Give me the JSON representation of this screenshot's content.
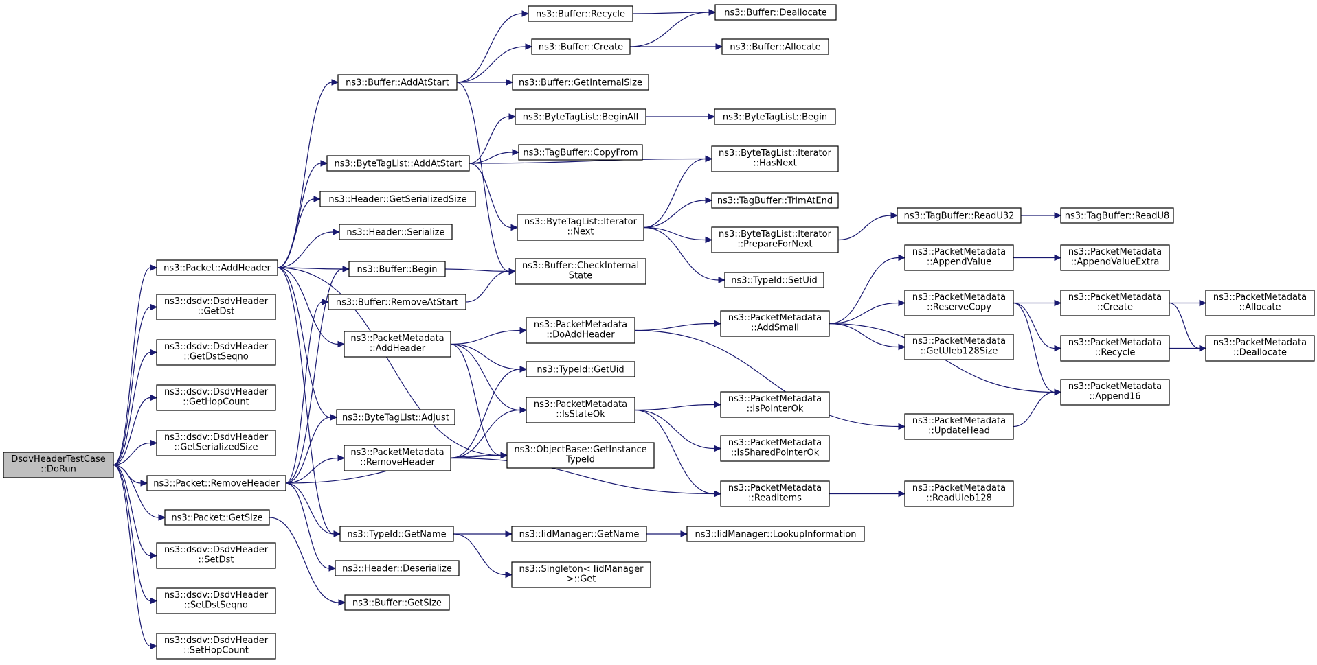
{
  "nodes": [
    {
      "id": "root",
      "lines": [
        "DsdvHeaderTestCase",
        "::DoRun"
      ]
    },
    {
      "id": "addheader",
      "lines": [
        "ns3::Packet::AddHeader"
      ]
    },
    {
      "id": "getdst",
      "lines": [
        "ns3::dsdv::DsdvHeader",
        "::GetDst"
      ]
    },
    {
      "id": "getdstseqno",
      "lines": [
        "ns3::dsdv::DsdvHeader",
        "::GetDstSeqno"
      ]
    },
    {
      "id": "gethopcount",
      "lines": [
        "ns3::dsdv::DsdvHeader",
        "::GetHopCount"
      ]
    },
    {
      "id": "getserializedsize_dsdv",
      "lines": [
        "ns3::dsdv::DsdvHeader",
        "::GetSerializedSize"
      ]
    },
    {
      "id": "removeheader",
      "lines": [
        "ns3::Packet::RemoveHeader"
      ]
    },
    {
      "id": "packetgetsize",
      "lines": [
        "ns3::Packet::GetSize"
      ]
    },
    {
      "id": "setdst",
      "lines": [
        "ns3::dsdv::DsdvHeader",
        "::SetDst"
      ]
    },
    {
      "id": "setdstseqno",
      "lines": [
        "ns3::dsdv::DsdvHeader",
        "::SetDstSeqno"
      ]
    },
    {
      "id": "sethopcount",
      "lines": [
        "ns3::dsdv::DsdvHeader",
        "::SetHopCount"
      ]
    },
    {
      "id": "buf_addatstart",
      "lines": [
        "ns3::Buffer::AddAtStart"
      ]
    },
    {
      "id": "btl_addatstart",
      "lines": [
        "ns3::ByteTagList::AddAtStart"
      ]
    },
    {
      "id": "hdr_getserializedsize",
      "lines": [
        "ns3::Header::GetSerializedSize"
      ]
    },
    {
      "id": "hdr_serialize",
      "lines": [
        "ns3::Header::Serialize"
      ]
    },
    {
      "id": "buf_begin",
      "lines": [
        "ns3::Buffer::Begin"
      ]
    },
    {
      "id": "buf_removeatstart",
      "lines": [
        "ns3::Buffer::RemoveAtStart"
      ]
    },
    {
      "id": "pm_addheader",
      "lines": [
        "ns3::PacketMetadata",
        "::AddHeader"
      ]
    },
    {
      "id": "btl_adjust",
      "lines": [
        "ns3::ByteTagList::Adjust"
      ]
    },
    {
      "id": "pm_removeheader",
      "lines": [
        "ns3::PacketMetadata",
        "::RemoveHeader"
      ]
    },
    {
      "id": "typeid_getname",
      "lines": [
        "ns3::TypeId::GetName"
      ]
    },
    {
      "id": "hdr_deserialize",
      "lines": [
        "ns3::Header::Deserialize"
      ]
    },
    {
      "id": "buf_getsize",
      "lines": [
        "ns3::Buffer::GetSize"
      ]
    },
    {
      "id": "buf_recycle",
      "lines": [
        "ns3::Buffer::Recycle"
      ]
    },
    {
      "id": "buf_create",
      "lines": [
        "ns3::Buffer::Create"
      ]
    },
    {
      "id": "buf_getinternalsize",
      "lines": [
        "ns3::Buffer::GetInternalSize"
      ]
    },
    {
      "id": "btl_beginall",
      "lines": [
        "ns3::ByteTagList::BeginAll"
      ]
    },
    {
      "id": "tb_copyfrom",
      "lines": [
        "ns3::TagBuffer::CopyFrom"
      ]
    },
    {
      "id": "btli_next",
      "lines": [
        "ns3::ByteTagList::Iterator",
        "::Next"
      ]
    },
    {
      "id": "buf_checkinternalstate",
      "lines": [
        "ns3::Buffer::CheckInternal",
        "State"
      ]
    },
    {
      "id": "pm_doaddheader",
      "lines": [
        "ns3::PacketMetadata",
        "::DoAddHeader"
      ]
    },
    {
      "id": "typeid_getuid",
      "lines": [
        "ns3::TypeId::GetUid"
      ]
    },
    {
      "id": "pm_isstateok",
      "lines": [
        "ns3::PacketMetadata",
        "::IsStateOk"
      ]
    },
    {
      "id": "ob_getinstancetypeid",
      "lines": [
        "ns3::ObjectBase::GetInstance",
        "TypeId"
      ]
    },
    {
      "id": "iidm_getname",
      "lines": [
        "ns3::IidManager::GetName"
      ]
    },
    {
      "id": "singleton_get",
      "lines": [
        "ns3::Singleton< IidManager",
        ">::Get"
      ]
    },
    {
      "id": "buf_deallocate",
      "lines": [
        "ns3::Buffer::Deallocate"
      ]
    },
    {
      "id": "buf_allocate",
      "lines": [
        "ns3::Buffer::Allocate"
      ]
    },
    {
      "id": "btl_begin",
      "lines": [
        "ns3::ByteTagList::Begin"
      ]
    },
    {
      "id": "btli_hasnext",
      "lines": [
        "ns3::ByteTagList::Iterator",
        "::HasNext"
      ]
    },
    {
      "id": "tb_trimatend",
      "lines": [
        "ns3::TagBuffer::TrimAtEnd"
      ]
    },
    {
      "id": "btli_preparefornext",
      "lines": [
        "ns3::ByteTagList::Iterator",
        "::PrepareForNext"
      ]
    },
    {
      "id": "typeid_setuid",
      "lines": [
        "ns3::TypeId::SetUid"
      ]
    },
    {
      "id": "pm_addsmall",
      "lines": [
        "ns3::PacketMetadata",
        "::AddSmall"
      ]
    },
    {
      "id": "pm_ispointerok",
      "lines": [
        "ns3::PacketMetadata",
        "::IsPointerOk"
      ]
    },
    {
      "id": "pm_issharedpointerok",
      "lines": [
        "ns3::PacketMetadata",
        "::IsSharedPointerOk"
      ]
    },
    {
      "id": "pm_readitems",
      "lines": [
        "ns3::PacketMetadata",
        "::ReadItems"
      ]
    },
    {
      "id": "iidm_lookupinformation",
      "lines": [
        "ns3::IidManager::LookupInformation"
      ]
    },
    {
      "id": "tb_readu32",
      "lines": [
        "ns3::TagBuffer::ReadU32"
      ]
    },
    {
      "id": "pm_appendvalue",
      "lines": [
        "ns3::PacketMetadata",
        "::AppendValue"
      ]
    },
    {
      "id": "pm_reservecopy",
      "lines": [
        "ns3::PacketMetadata",
        "::ReserveCopy"
      ]
    },
    {
      "id": "pm_getuleb128size",
      "lines": [
        "ns3::PacketMetadata",
        "::GetUleb128Size"
      ]
    },
    {
      "id": "pm_updatehead",
      "lines": [
        "ns3::PacketMetadata",
        "::UpdateHead"
      ]
    },
    {
      "id": "pm_readuleb128",
      "lines": [
        "ns3::PacketMetadata",
        "::ReadUleb128"
      ]
    },
    {
      "id": "tb_readu8",
      "lines": [
        "ns3::TagBuffer::ReadU8"
      ]
    },
    {
      "id": "pm_appendvalueextra",
      "lines": [
        "ns3::PacketMetadata",
        "::AppendValueExtra"
      ]
    },
    {
      "id": "pm_create",
      "lines": [
        "ns3::PacketMetadata",
        "::Create"
      ]
    },
    {
      "id": "pm_recycle",
      "lines": [
        "ns3::PacketMetadata",
        "::Recycle"
      ]
    },
    {
      "id": "pm_append16",
      "lines": [
        "ns3::PacketMetadata",
        "::Append16"
      ]
    },
    {
      "id": "pm_allocate",
      "lines": [
        "ns3::PacketMetadata",
        "::Allocate"
      ]
    },
    {
      "id": "pm_deallocate",
      "lines": [
        "ns3::PacketMetadata",
        "::Deallocate"
      ]
    }
  ],
  "edges": [
    [
      "root",
      "addheader"
    ],
    [
      "root",
      "getdst"
    ],
    [
      "root",
      "getdstseqno"
    ],
    [
      "root",
      "gethopcount"
    ],
    [
      "root",
      "getserializedsize_dsdv"
    ],
    [
      "root",
      "removeheader"
    ],
    [
      "root",
      "packetgetsize"
    ],
    [
      "root",
      "setdst"
    ],
    [
      "root",
      "setdstseqno"
    ],
    [
      "root",
      "sethopcount"
    ],
    [
      "addheader",
      "buf_addatstart"
    ],
    [
      "addheader",
      "btl_addatstart"
    ],
    [
      "addheader",
      "hdr_getserializedsize"
    ],
    [
      "addheader",
      "hdr_serialize"
    ],
    [
      "addheader",
      "buf_begin"
    ],
    [
      "addheader",
      "pm_addheader"
    ],
    [
      "addheader",
      "btl_adjust"
    ],
    [
      "addheader",
      "typeid_getname"
    ],
    [
      "addheader",
      "ob_getinstancetypeid"
    ],
    [
      "removeheader",
      "buf_begin"
    ],
    [
      "removeheader",
      "buf_removeatstart"
    ],
    [
      "removeheader",
      "btl_adjust"
    ],
    [
      "removeheader",
      "pm_removeheader"
    ],
    [
      "removeheader",
      "typeid_getname"
    ],
    [
      "removeheader",
      "hdr_deserialize"
    ],
    [
      "removeheader",
      "ob_getinstancetypeid"
    ],
    [
      "packetgetsize",
      "buf_getsize"
    ],
    [
      "buf_addatstart",
      "buf_recycle"
    ],
    [
      "buf_addatstart",
      "buf_create"
    ],
    [
      "buf_addatstart",
      "buf_getinternalsize"
    ],
    [
      "buf_addatstart",
      "buf_checkinternalstate"
    ],
    [
      "btl_addatstart",
      "btl_beginall"
    ],
    [
      "btl_addatstart",
      "tb_copyfrom"
    ],
    [
      "btl_addatstart",
      "btli_hasnext"
    ],
    [
      "btl_addatstart",
      "btli_next"
    ],
    [
      "buf_begin",
      "buf_checkinternalstate"
    ],
    [
      "buf_removeatstart",
      "buf_checkinternalstate"
    ],
    [
      "pm_addheader",
      "pm_doaddheader"
    ],
    [
      "pm_addheader",
      "typeid_getuid"
    ],
    [
      "pm_addheader",
      "pm_isstateok"
    ],
    [
      "pm_addheader",
      "ob_getinstancetypeid"
    ],
    [
      "pm_removeheader",
      "typeid_getuid"
    ],
    [
      "pm_removeheader",
      "pm_isstateok"
    ],
    [
      "pm_removeheader",
      "ob_getinstancetypeid"
    ],
    [
      "pm_removeheader",
      "pm_readitems"
    ],
    [
      "typeid_getname",
      "iidm_getname"
    ],
    [
      "typeid_getname",
      "singleton_get"
    ],
    [
      "buf_recycle",
      "buf_deallocate"
    ],
    [
      "buf_create",
      "buf_deallocate"
    ],
    [
      "buf_create",
      "buf_allocate"
    ],
    [
      "btl_beginall",
      "btl_begin"
    ],
    [
      "btli_next",
      "btli_hasnext"
    ],
    [
      "btli_next",
      "tb_trimatend"
    ],
    [
      "btli_next",
      "btli_preparefornext"
    ],
    [
      "btli_next",
      "typeid_setuid"
    ],
    [
      "pm_doaddheader",
      "pm_addsmall"
    ],
    [
      "pm_doaddheader",
      "pm_updatehead"
    ],
    [
      "pm_isstateok",
      "pm_ispointerok"
    ],
    [
      "pm_isstateok",
      "pm_issharedpointerok"
    ],
    [
      "pm_isstateok",
      "pm_readitems"
    ],
    [
      "iidm_getname",
      "iidm_lookupinformation"
    ],
    [
      "btli_preparefornext",
      "tb_readu32"
    ],
    [
      "tb_readu32",
      "tb_readu8"
    ],
    [
      "pm_addsmall",
      "pm_appendvalue"
    ],
    [
      "pm_addsmall",
      "pm_reservecopy"
    ],
    [
      "pm_addsmall",
      "pm_getuleb128size"
    ],
    [
      "pm_addsmall",
      "pm_append16"
    ],
    [
      "pm_readitems",
      "pm_readuleb128"
    ],
    [
      "pm_appendvalue",
      "pm_appendvalueextra"
    ],
    [
      "pm_reservecopy",
      "pm_create"
    ],
    [
      "pm_reservecopy",
      "pm_recycle"
    ],
    [
      "pm_reservecopy",
      "pm_append16"
    ],
    [
      "pm_updatehead",
      "pm_append16"
    ],
    [
      "pm_create",
      "pm_allocate"
    ],
    [
      "pm_create",
      "pm_deallocate"
    ],
    [
      "pm_recycle",
      "pm_deallocate"
    ]
  ]
}
